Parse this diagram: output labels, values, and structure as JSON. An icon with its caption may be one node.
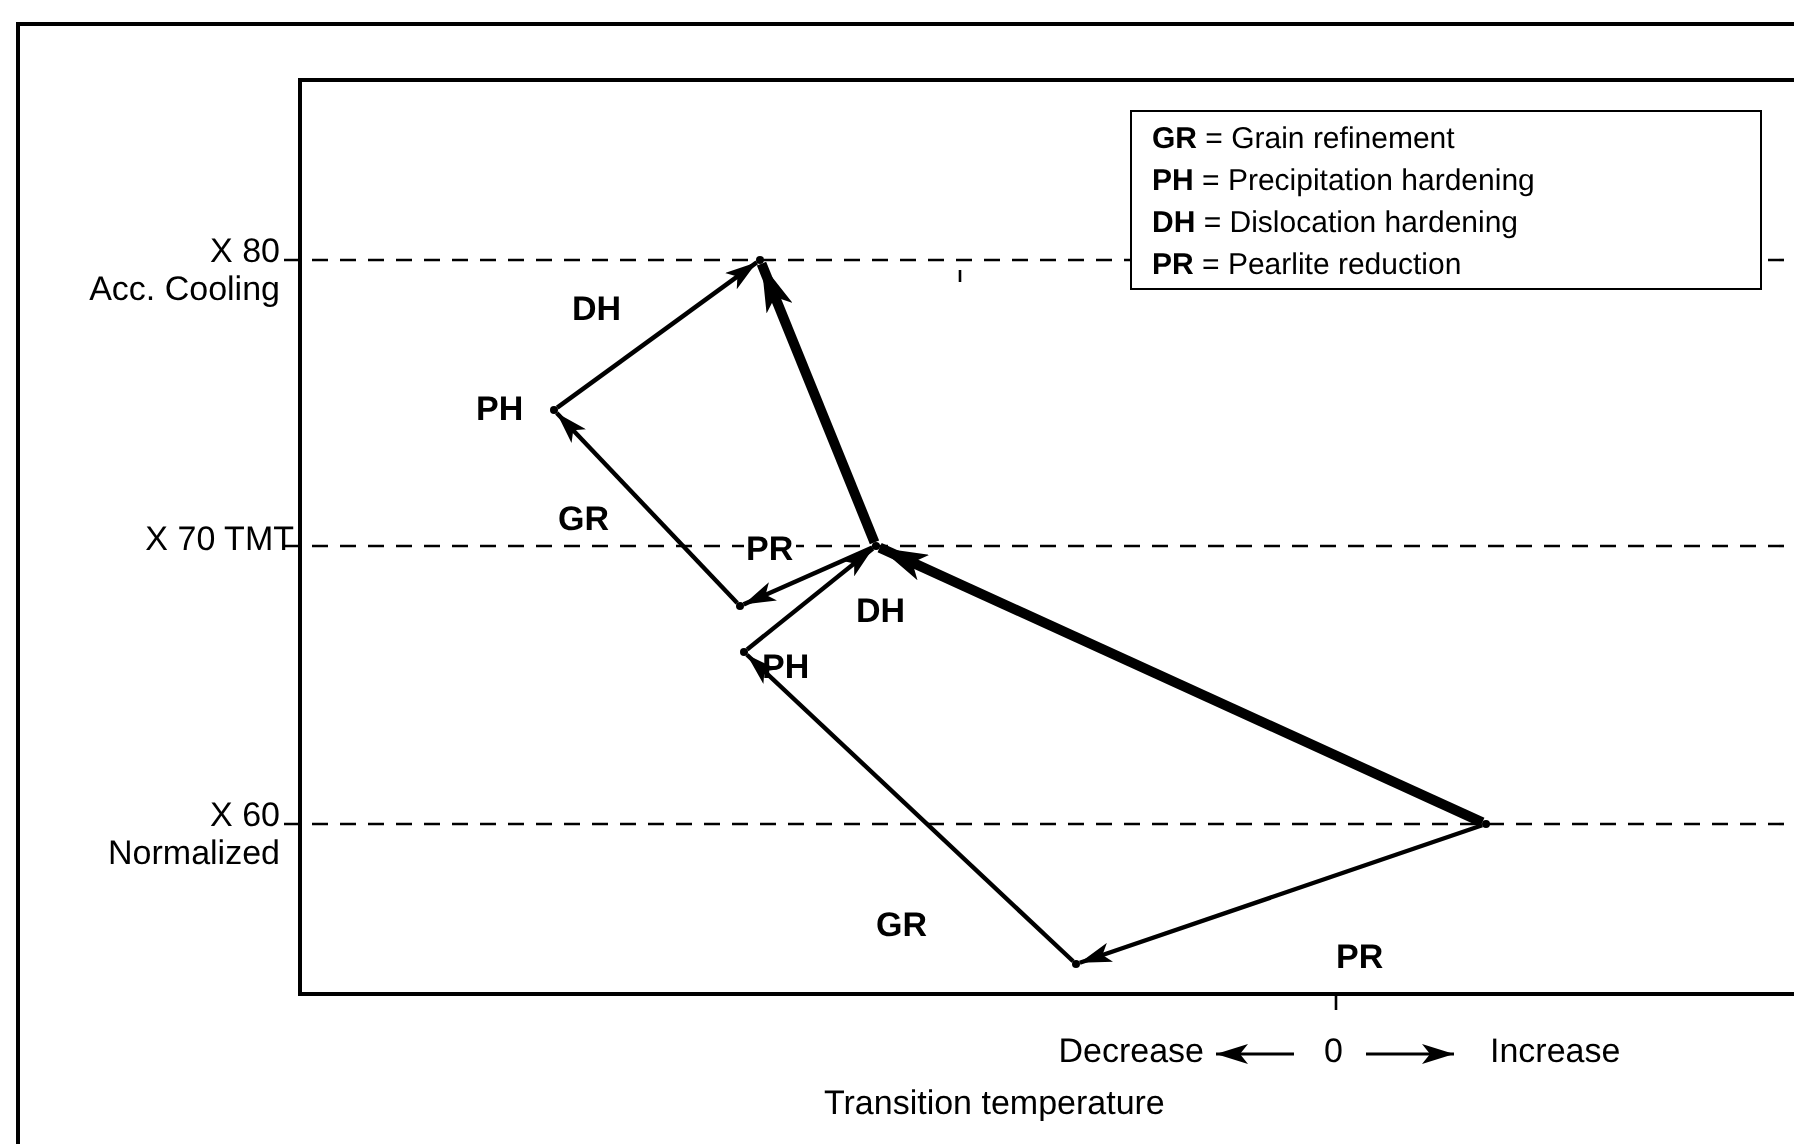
{
  "diagram": {
    "nodes": [
      {
        "text": [],
        "shape": "point"
      },
      {
        "text": [],
        "shape": "point"
      },
      {
        "text": [],
        "shape": "point"
      },
      {
        "text": [],
        "shape": "point"
      },
      {
        "text": [],
        "shape": "point"
      },
      {
        "text": [],
        "shape": "point"
      },
      {
        "text": [],
        "shape": "point"
      }
    ],
    "edges": [
      {
        "from": 5,
        "to": 6,
        "arrow": "to",
        "label": "PR"
      },
      {
        "from": 6,
        "to": 4,
        "arrow": "to",
        "label": "GR"
      },
      {
        "from": 4,
        "to": 2,
        "arrow": "to",
        "label": "DH"
      },
      {
        "from": 5,
        "to": 2,
        "arrow": "to",
        "style": "thick"
      },
      {
        "from": 2,
        "to": 3,
        "arrow": "to",
        "label": "PR"
      },
      {
        "from": 3,
        "to": 1,
        "arrow": "to",
        "label": "GR"
      },
      {
        "from": 1,
        "to": 0,
        "arrow": "to",
        "label": "DH"
      },
      {
        "from": 2,
        "to": 0,
        "arrow": "to",
        "style": "thick"
      }
    ],
    "labels": [
      "X 80",
      "Acc. Cooling",
      "PH",
      "X 70 TMT",
      "PH",
      "X 60",
      "Normalized",
      "Decrease",
      "0",
      "Increase",
      "Transition temperature"
    ],
    "legend": [
      {
        "text": "**GR** = Grain refinement"
      },
      {
        "text": "**PH** = Precipitation hardening"
      },
      {
        "text": "**DH** = Dislocation hardening"
      },
      {
        "text": "**PR** = Pearlite reduction"
      }
    ]
  }
}
